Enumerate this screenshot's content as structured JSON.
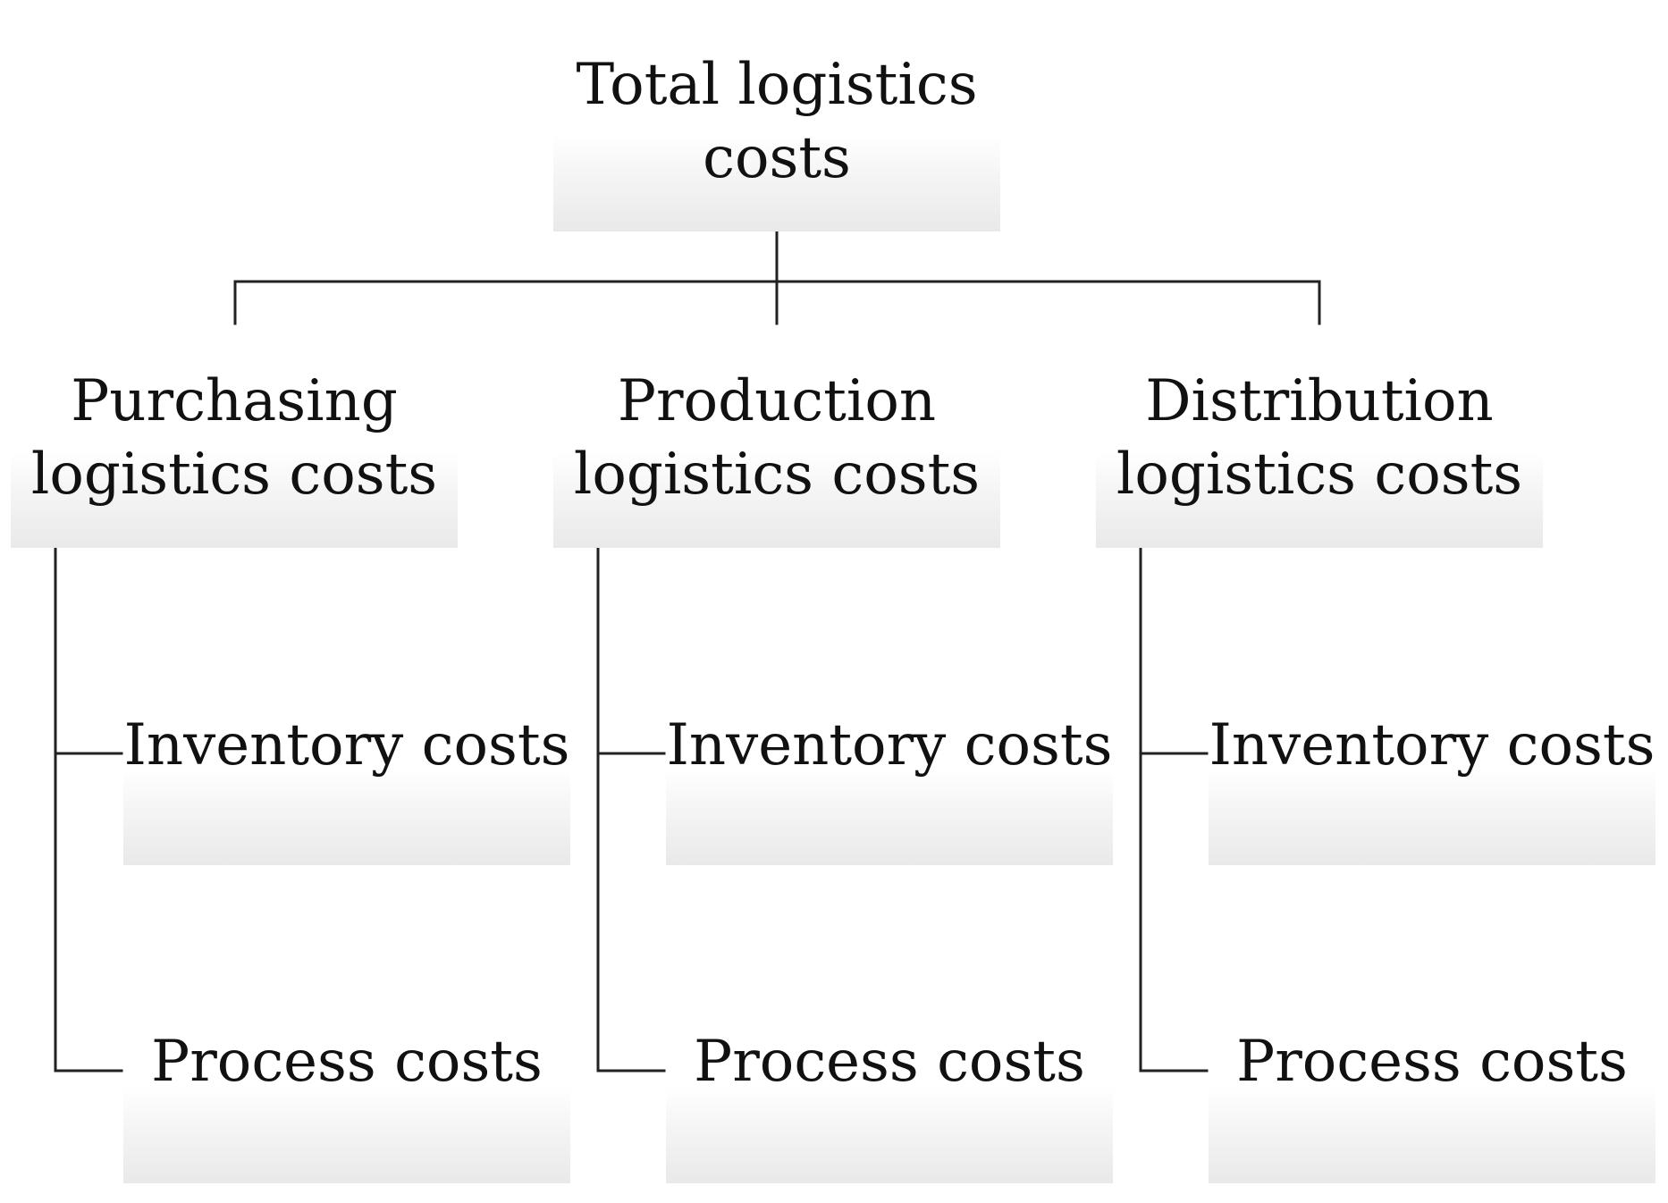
{
  "root": {
    "label_line1": "Total logistics",
    "label_line2": "costs"
  },
  "categories": [
    {
      "label_line1": "Purchasing",
      "label_line2": "logistics costs",
      "children": [
        "Inventory costs",
        "Process costs"
      ]
    },
    {
      "label_line1": "Production",
      "label_line2": "logistics costs",
      "children": [
        "Inventory costs",
        "Process costs"
      ]
    },
    {
      "label_line1": "Distribution",
      "label_line2": "logistics costs",
      "children": [
        "Inventory costs",
        "Process costs"
      ]
    }
  ],
  "colors": {
    "line": "#222222",
    "text": "#111111",
    "box_gradient_end": "#e9e9e9"
  }
}
